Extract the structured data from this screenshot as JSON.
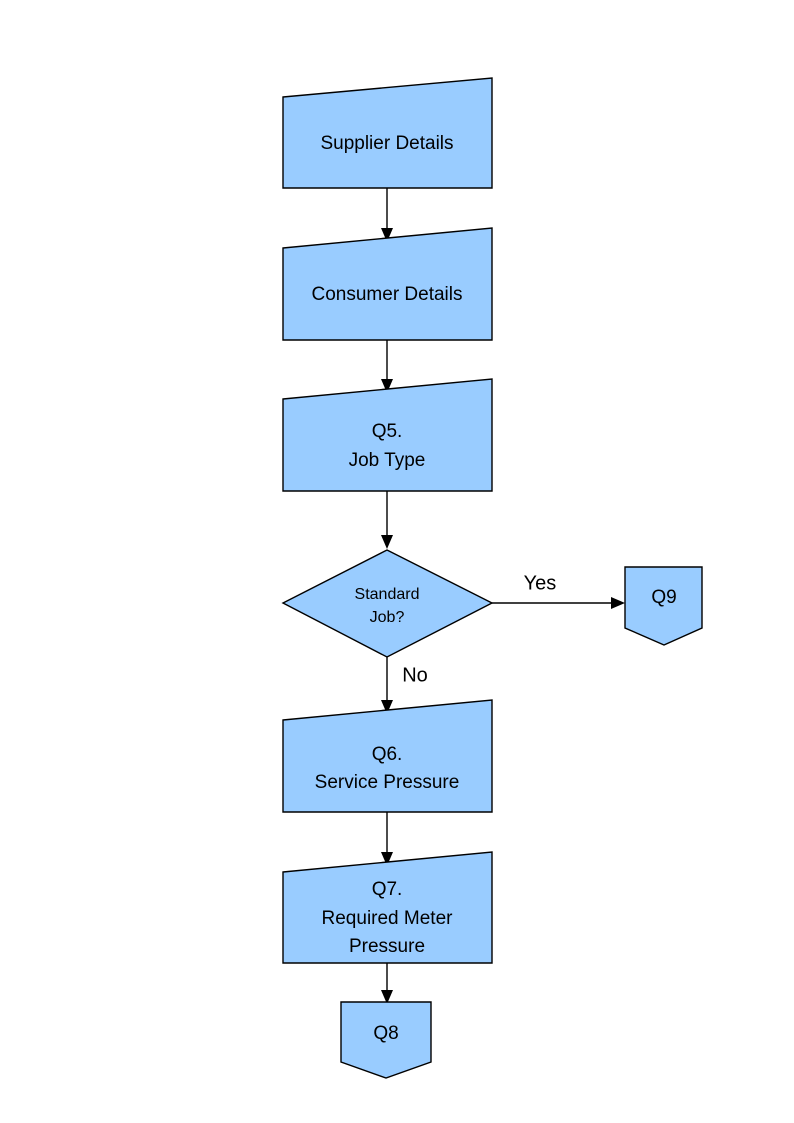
{
  "diagram": {
    "title": "Gas Job Questionnaire Flowchart",
    "background_color": "#ffffff",
    "node_fill_color": "#99ccff",
    "node_stroke_color": "#000000",
    "text_color": "#000000"
  },
  "nodes": [
    {
      "id": "supplier-details",
      "shape": "slanted-trapezoid",
      "lines": [
        "Supplier Details"
      ]
    },
    {
      "id": "consumer-details",
      "shape": "slanted-trapezoid",
      "lines": [
        "Consumer Details"
      ]
    },
    {
      "id": "q5-job-type",
      "shape": "slanted-trapezoid",
      "lines": [
        "Q5.",
        "Job Type"
      ]
    },
    {
      "id": "standard-job-decision",
      "shape": "diamond",
      "lines": [
        "Standard",
        "Job?"
      ]
    },
    {
      "id": "q9-connector",
      "shape": "pointed-bottom-pentagon",
      "lines": [
        "Q9"
      ]
    },
    {
      "id": "q6-service-pressure",
      "shape": "slanted-trapezoid",
      "lines": [
        "Q6.",
        "Service Pressure"
      ]
    },
    {
      "id": "q7-required-meter-pressure",
      "shape": "slanted-trapezoid",
      "lines": [
        "Q7.",
        "Required Meter",
        "Pressure"
      ]
    },
    {
      "id": "q8-connector",
      "shape": "pointed-bottom-pentagon",
      "lines": [
        "Q8"
      ]
    }
  ],
  "edges": [
    {
      "id": "supplier-to-consumer",
      "from": "supplier-details",
      "to": "consumer-details",
      "label": ""
    },
    {
      "id": "consumer-to-q5",
      "from": "consumer-details",
      "to": "q5-job-type",
      "label": ""
    },
    {
      "id": "q5-to-decision",
      "from": "q5-job-type",
      "to": "standard-job-decision",
      "label": ""
    },
    {
      "id": "decision-to-q9",
      "from": "standard-job-decision",
      "to": "q9-connector",
      "label": "Yes"
    },
    {
      "id": "decision-to-q6",
      "from": "standard-job-decision",
      "to": "q6-service-pressure",
      "label": "No"
    },
    {
      "id": "q6-to-q7",
      "from": "q6-service-pressure",
      "to": "q7-required-meter-pressure",
      "label": ""
    },
    {
      "id": "q7-to-q8",
      "from": "q7-required-meter-pressure",
      "to": "q8-connector",
      "label": ""
    }
  ],
  "labels": {
    "supplier_details": "Supplier Details",
    "consumer_details": "Consumer Details",
    "q5_line1": "Q5.",
    "q5_line2": "Job Type",
    "decision_line1": "Standard",
    "decision_line2": "Job?",
    "q9": "Q9",
    "q6_line1": "Q6.",
    "q6_line2": "Service Pressure",
    "q7_line1": "Q7.",
    "q7_line2": "Required Meter",
    "q7_line3": "Pressure",
    "q8": "Q8",
    "yes": "Yes",
    "no": "No"
  }
}
